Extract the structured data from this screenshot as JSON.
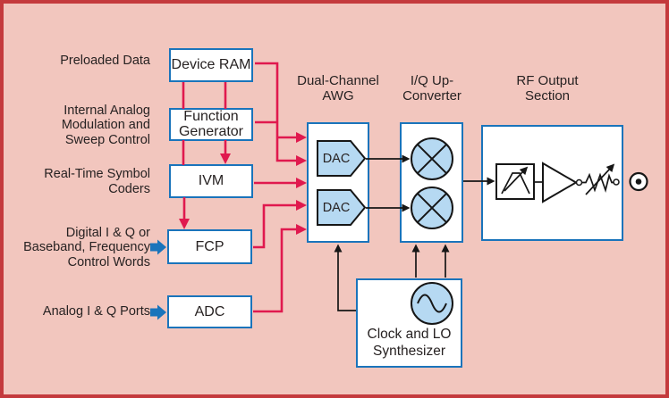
{
  "colors": {
    "bg": "#f2c6be",
    "frame": "#c43a3d",
    "line-red": "#e0194e",
    "blue": "#1a74bb",
    "light-blue": "#b6d9f2",
    "ink": "#272222"
  },
  "left_labels": {
    "preloaded_data": "Preloaded Data",
    "internal_analog": "Internal Analog\nModulation and\nSweep Control",
    "realtime_symbol": "Real-Time Symbol\nCoders",
    "digital_iq": "Digital I & Q or\nBaseband, Frequency\nControl Words",
    "analog_iq": "Analog I & Q Ports"
  },
  "section_headers": {
    "awg": "Dual-Channel\nAWG",
    "iq_upconverter": "I/Q Up-\nConverter",
    "rf_output": "RF Output\nSection"
  },
  "blocks": {
    "device_ram": "Device RAM",
    "function_generator": "Function\nGenerator",
    "ivm": "IVM",
    "fcp": "FCP",
    "adc": "ADC",
    "dac_a": "DAC",
    "dac_b": "DAC",
    "clock_synth": "Clock and LO\nSynthesizer"
  },
  "icons": {
    "dac": "pentagon-dac-block",
    "mixer": "circle-with-x-mixer",
    "oscillator": "circle-with-sine-wave",
    "filter": "tunable-bandpass-filter",
    "amplifier": "triangle-amplifier",
    "attenuator": "variable-attenuator-zigzag",
    "rf_connector": "coaxial-output-connector",
    "input_arrow": "blue-block-arrow-right"
  }
}
